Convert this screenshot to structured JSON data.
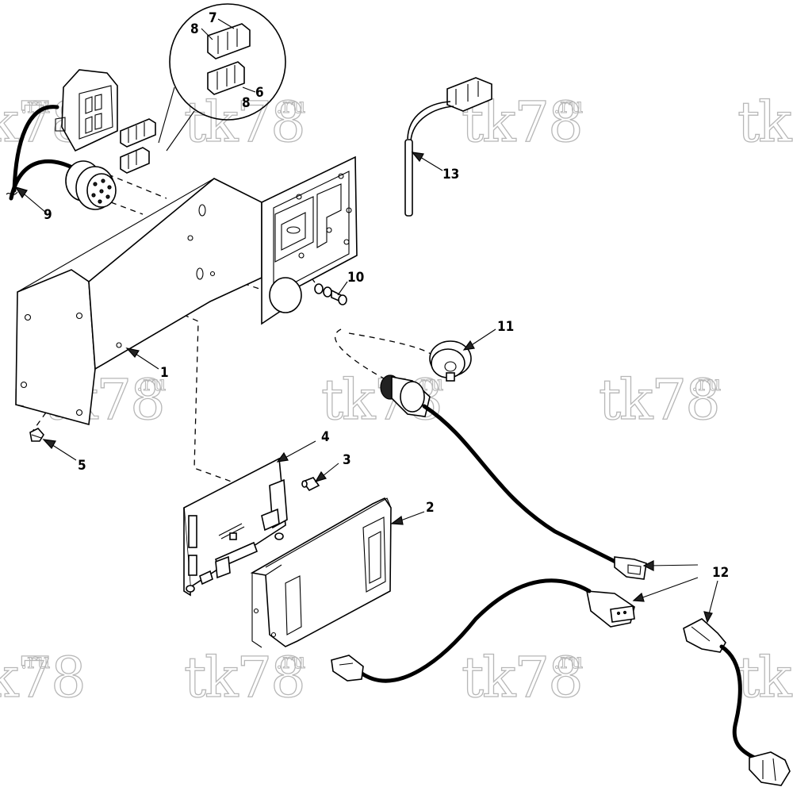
{
  "watermark": {
    "main": "tk78",
    "suffix": ".ru"
  },
  "callouts": [
    {
      "id": "1",
      "label": "1"
    },
    {
      "id": "2",
      "label": "2"
    },
    {
      "id": "3",
      "label": "3"
    },
    {
      "id": "4",
      "label": "4"
    },
    {
      "id": "5",
      "label": "5"
    },
    {
      "id": "6",
      "label": "6"
    },
    {
      "id": "7",
      "label": "7"
    },
    {
      "id": "8a",
      "label": "8"
    },
    {
      "id": "8b",
      "label": "8"
    },
    {
      "id": "9",
      "label": "9"
    },
    {
      "id": "10",
      "label": "10"
    },
    {
      "id": "11",
      "label": "11"
    },
    {
      "id": "12",
      "label": "12"
    },
    {
      "id": "13",
      "label": "13"
    }
  ]
}
